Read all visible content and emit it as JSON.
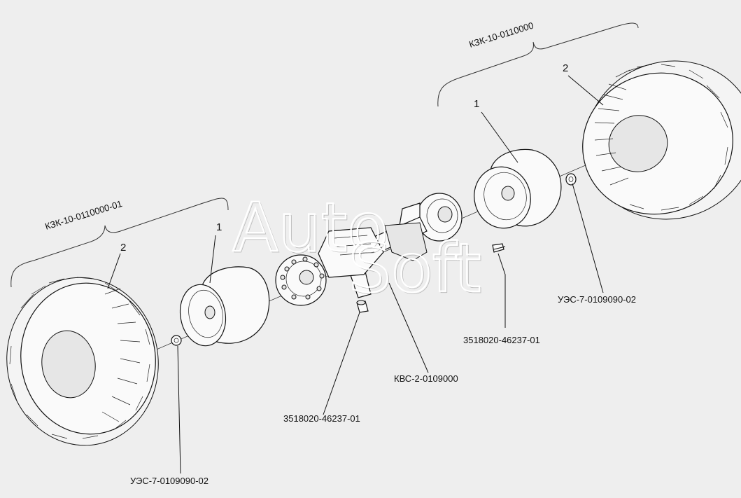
{
  "labels": {
    "assembly_right": "КЗК-10-0110000",
    "assembly_left": "КЗК-10-0110000-01",
    "rim_right_num": "1",
    "tire_right_num": "2",
    "rim_left_num": "1",
    "tire_left_num": "2",
    "nut_right": "УЭС-7-0109090-02",
    "nut_left": "УЭС-7-0109090-02",
    "bolt_right": "3518020-46237-01",
    "bolt_left": "3518020-46237-01",
    "axle": "КВС-2-0109000"
  },
  "watermark": {
    "line1": "Auto",
    "line2": "Soft"
  }
}
